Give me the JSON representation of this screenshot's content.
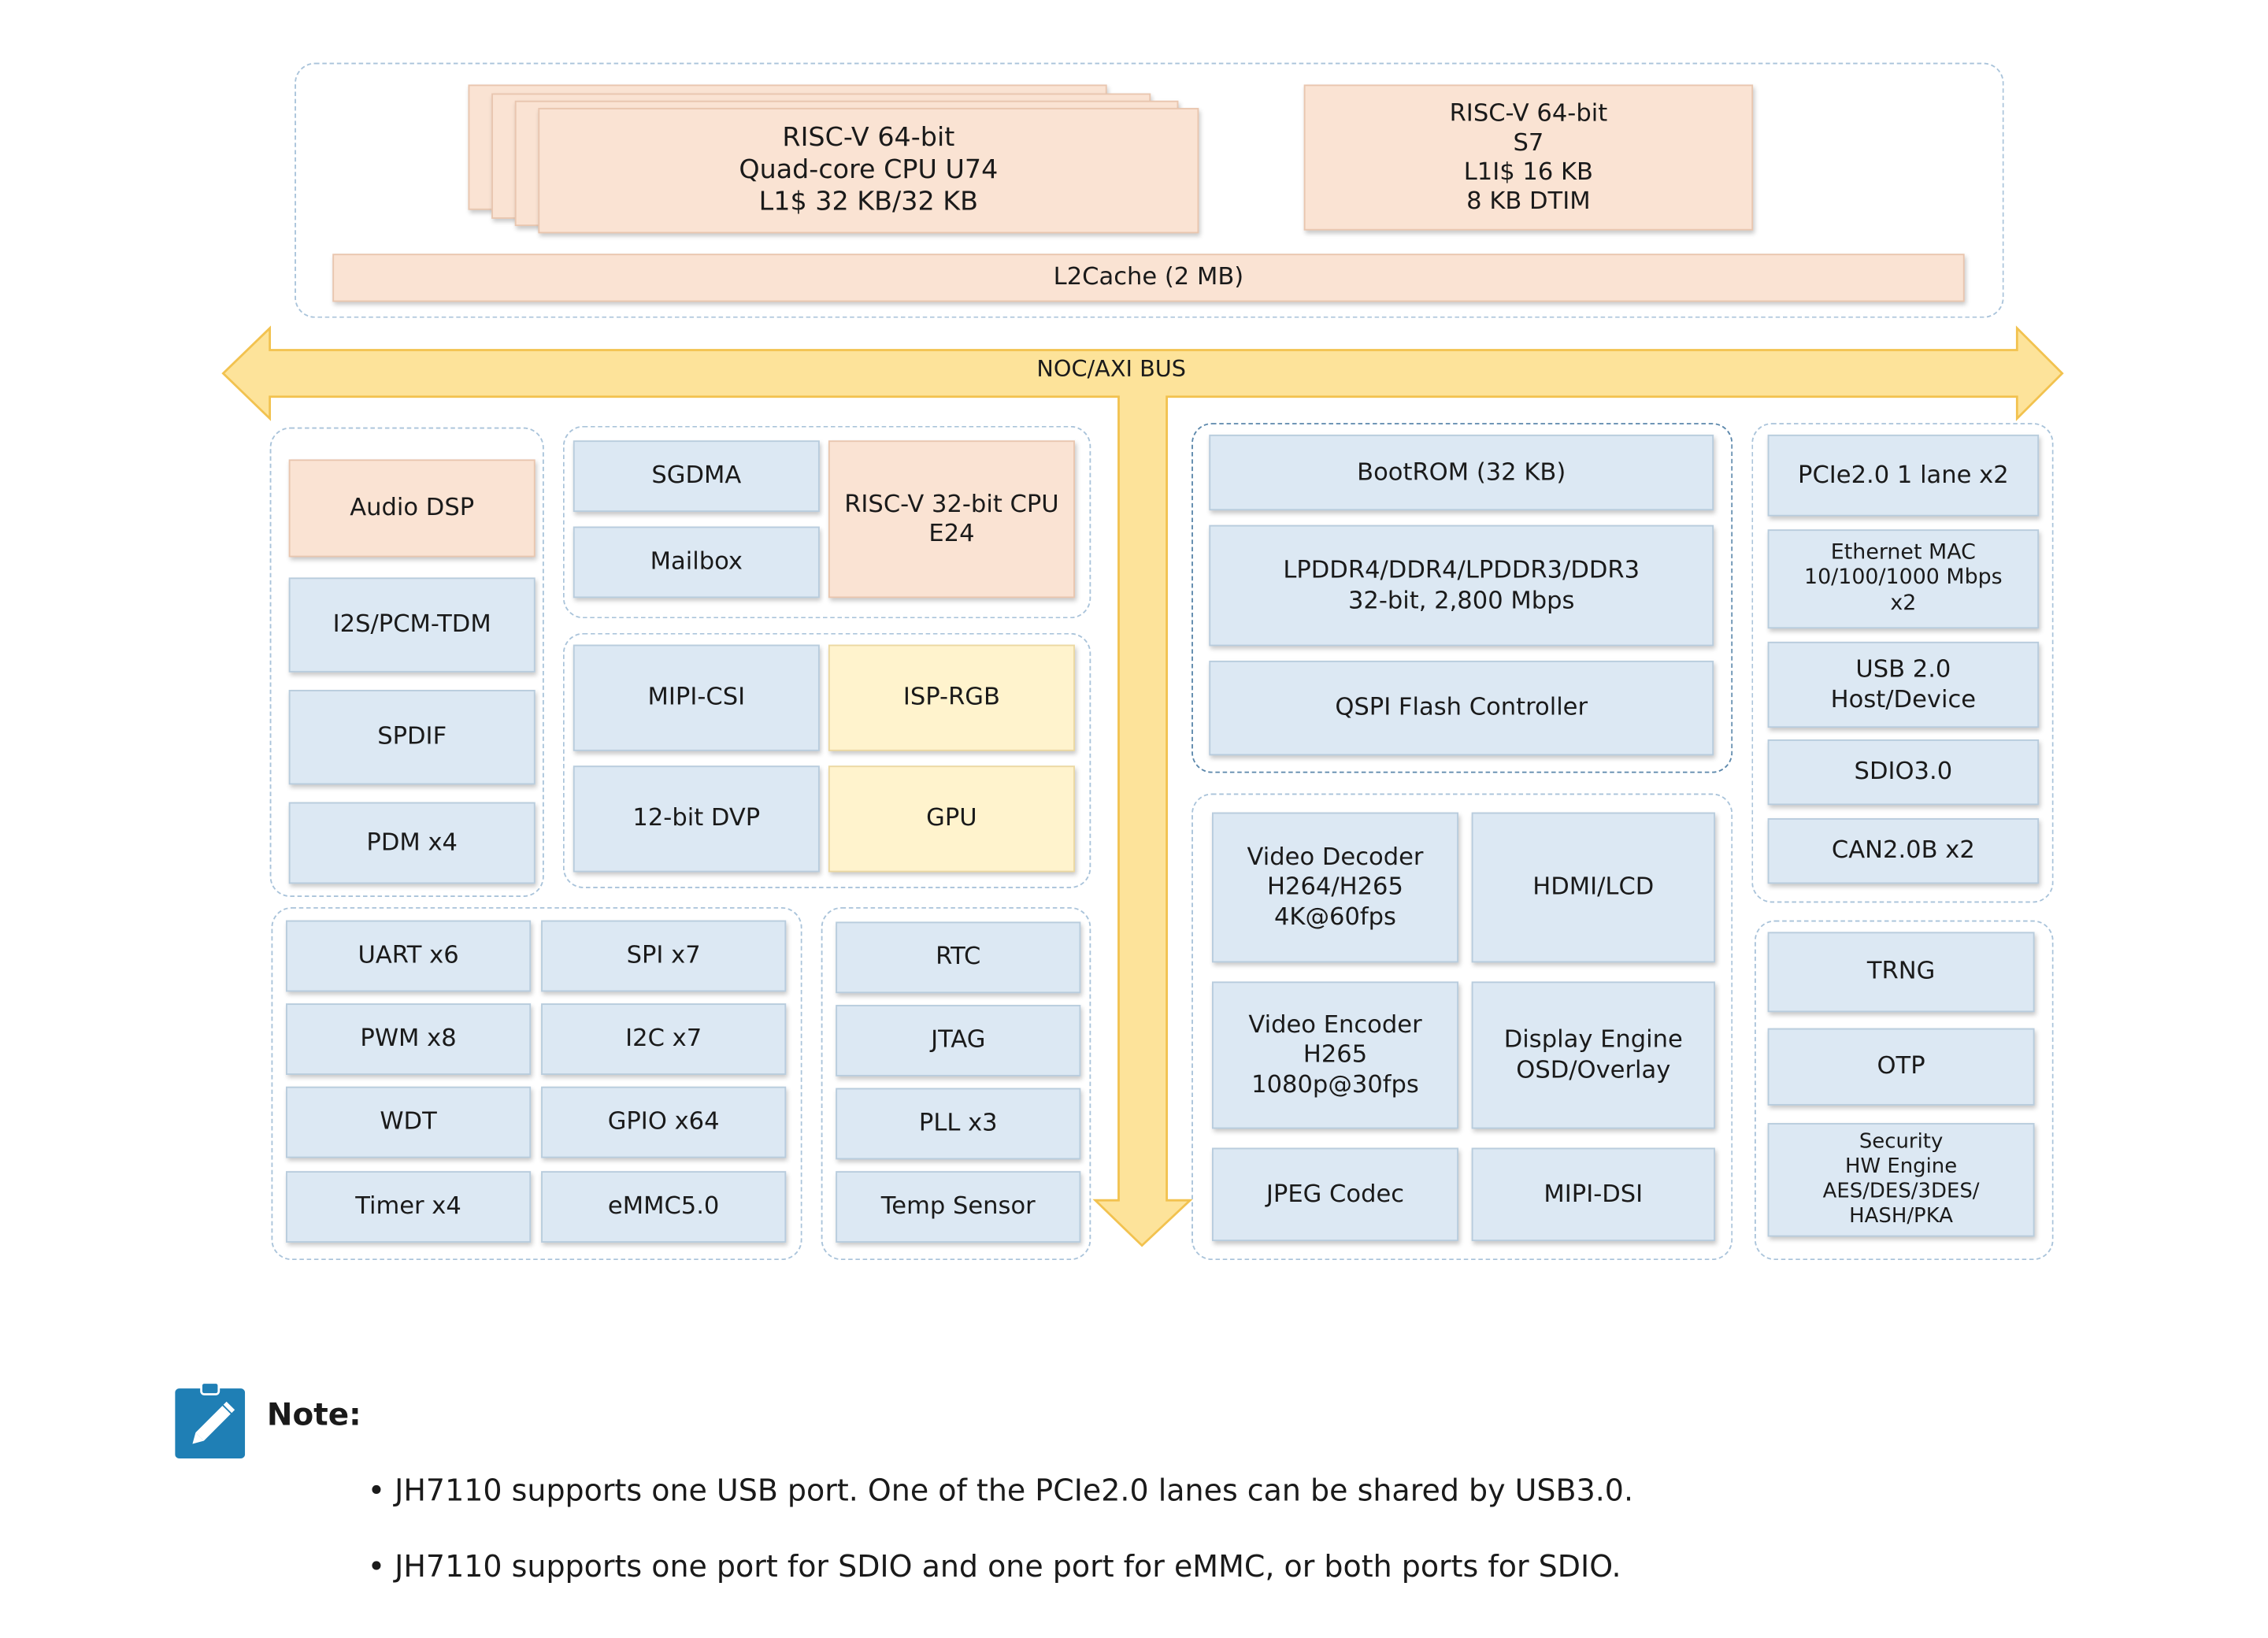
{
  "cpu": {
    "u74": "RISC-V 64-bit\nQuad-core CPU U74\nL1$ 32 KB/32 KB",
    "s7": "RISC-V 64-bit\nS7\nL1I$ 16 KB\n8 KB DTIM",
    "l2cache": "L2Cache (2 MB)"
  },
  "bus": {
    "label": "NOC/AXI BUS"
  },
  "blocks": {
    "audio_dsp": "Audio DSP",
    "i2s": "I2S/PCM-TDM",
    "spdif": "SPDIF",
    "pdm": "PDM x4",
    "sgdma": "SGDMA",
    "mailbox": "Mailbox",
    "e24": "RISC-V 32-bit CPU\nE24",
    "mipi_csi": "MIPI-CSI",
    "isp_rgb": "ISP-RGB",
    "dvp": "12-bit DVP",
    "gpu": "GPU",
    "uart": "UART x6",
    "spi": "SPI x7",
    "pwm": "PWM x8",
    "i2c": "I2C x7",
    "wdt": "WDT",
    "gpio": "GPIO x64",
    "timer": "Timer x4",
    "emmc": "eMMC5.0",
    "rtc": "RTC",
    "jtag": "JTAG",
    "pll": "PLL x3",
    "temp": "Temp Sensor",
    "bootrom": "BootROM (32 KB)",
    "lpddr": "LPDDR4/DDR4/LPDDR3/DDR3\n32-bit, 2,800 Mbps",
    "qspi": "QSPI Flash Controller",
    "vdec": "Video Decoder\nH264/H265\n4K@60fps",
    "hdmi": "HDMI/LCD",
    "venc": "Video Encoder\nH265\n1080p@30fps",
    "disp": "Display Engine\nOSD/Overlay",
    "jpeg": "JPEG Codec",
    "mipi_dsi": "MIPI-DSI",
    "pcie": "PCIe2.0 1 lane x2",
    "eth": "Ethernet MAC\n10/100/1000 Mbps\nx2",
    "usb": "USB 2.0\nHost/Device",
    "sdio": "SDIO3.0",
    "can": "CAN2.0B x2",
    "trng": "TRNG",
    "otp": "OTP",
    "security": "Security\nHW Engine\nAES/DES/3DES/\nHASH/PKA"
  },
  "note": {
    "title": "Note:",
    "bullets": [
      "• JH7110 supports one USB port. One of the PCIe2.0 lanes can be shared by USB3.0.",
      "• JH7110 supports one port for SDIO and one port for eMMC, or both ports for SDIO."
    ]
  },
  "colors": {
    "block_blue": "#dce8f3",
    "block_peach": "#fae3d3",
    "block_yellow": "#fff3cd",
    "bus_fill": "#fde39a",
    "bus_stroke": "#f2c24f",
    "group_border": "#a9c3da",
    "icon_blue": "#1f7fb5"
  },
  "icons": {
    "note": "note-pencil-icon"
  }
}
